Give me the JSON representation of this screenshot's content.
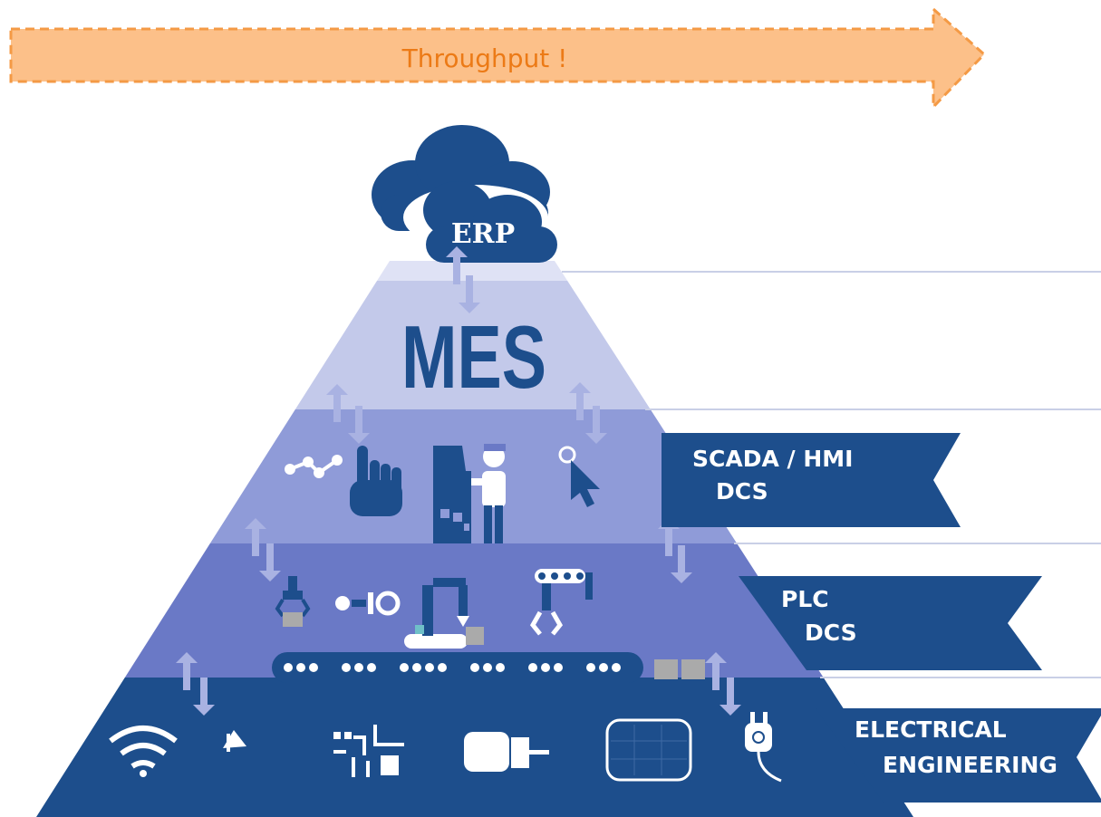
{
  "banner": {
    "label": "Throughput !"
  },
  "pyramid": {
    "top": "ERP",
    "levels": [
      "MES",
      "SCADA / HMI\nDCS",
      "PLC\nDCS",
      "ELECTRICAL\nENGINEERING"
    ]
  },
  "labels": {
    "scada": {
      "line1": "SCADA / HMI",
      "line2": "DCS"
    },
    "plc": {
      "line1": "PLC",
      "line2": "DCS"
    },
    "electrical": {
      "line1": "ELECTRICAL",
      "line2": "ENGINEERING"
    }
  },
  "colors": {
    "banner_fill": "#fcc089",
    "banner_border": "#f49a45",
    "banner_text": "#ec7a16",
    "navy": "#1d4e8c",
    "tier_mes": "#c3c9ea",
    "tier_scada": "#8f9bd8",
    "tier_plc": "#6a79c6",
    "tier_electrical": "#1d4e8c",
    "connector_arrow": "#a9b2e2"
  },
  "icons": [
    "cloud-icon",
    "wave-hand-icon",
    "operator-terminal-icon",
    "mouse-cursor-icon",
    "robot-gripper-icon",
    "sensor-icon",
    "robot-arm-icon",
    "claw-icon",
    "conveyor-icon",
    "wifi-icon",
    "antenna-icon",
    "circuit-icon",
    "motor-icon",
    "panel-icon",
    "plug-icon"
  ]
}
